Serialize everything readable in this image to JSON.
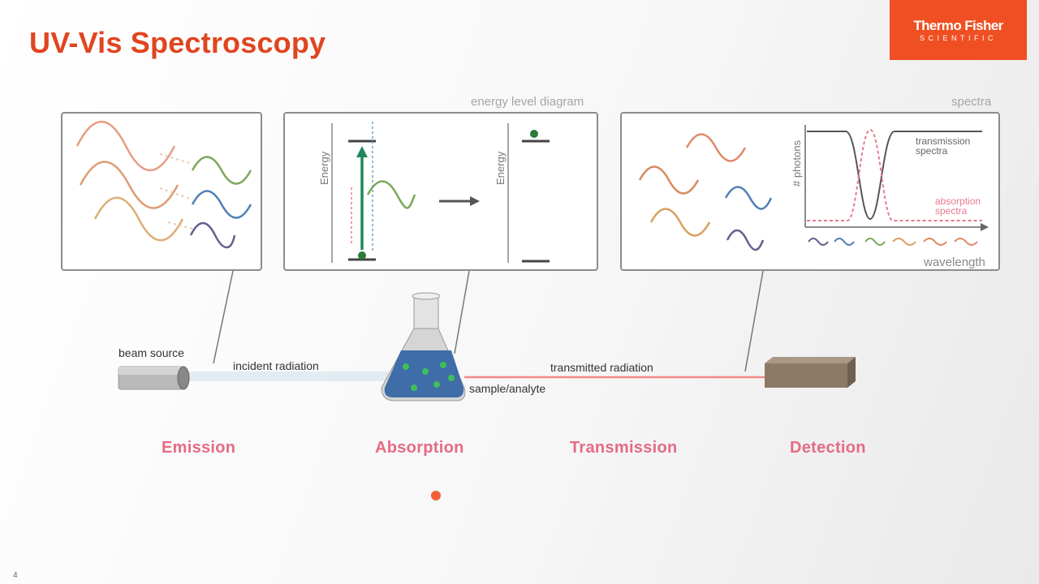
{
  "slide": {
    "title": "UV-Vis Spectroscopy",
    "page_number": "4",
    "logo": {
      "brand": "Thermo Fisher",
      "sub": "SCIENTIFIC",
      "background": "#f04f23"
    },
    "accent_color": "#e0451f",
    "stage_color": "#e56b84"
  },
  "panels": {
    "energy": {
      "caption": "energy level diagram",
      "axis_label_left": "Energy",
      "axis_label_right": "Energy"
    },
    "spectra": {
      "caption": "spectra",
      "y_label": "# photons",
      "x_label": "wavelength",
      "transmission_label_1": "transmission",
      "transmission_label_2": "spectra",
      "absorption_label_1": "absorption",
      "absorption_label_2": "spectra"
    }
  },
  "apparatus": {
    "beam_source": "beam source",
    "incident_radiation": "incident radiation",
    "sample": "sample/analyte",
    "transmitted_radiation": "transmitted radiation"
  },
  "stages": [
    "Emission",
    "Absorption",
    "Transmission",
    "Detection"
  ]
}
